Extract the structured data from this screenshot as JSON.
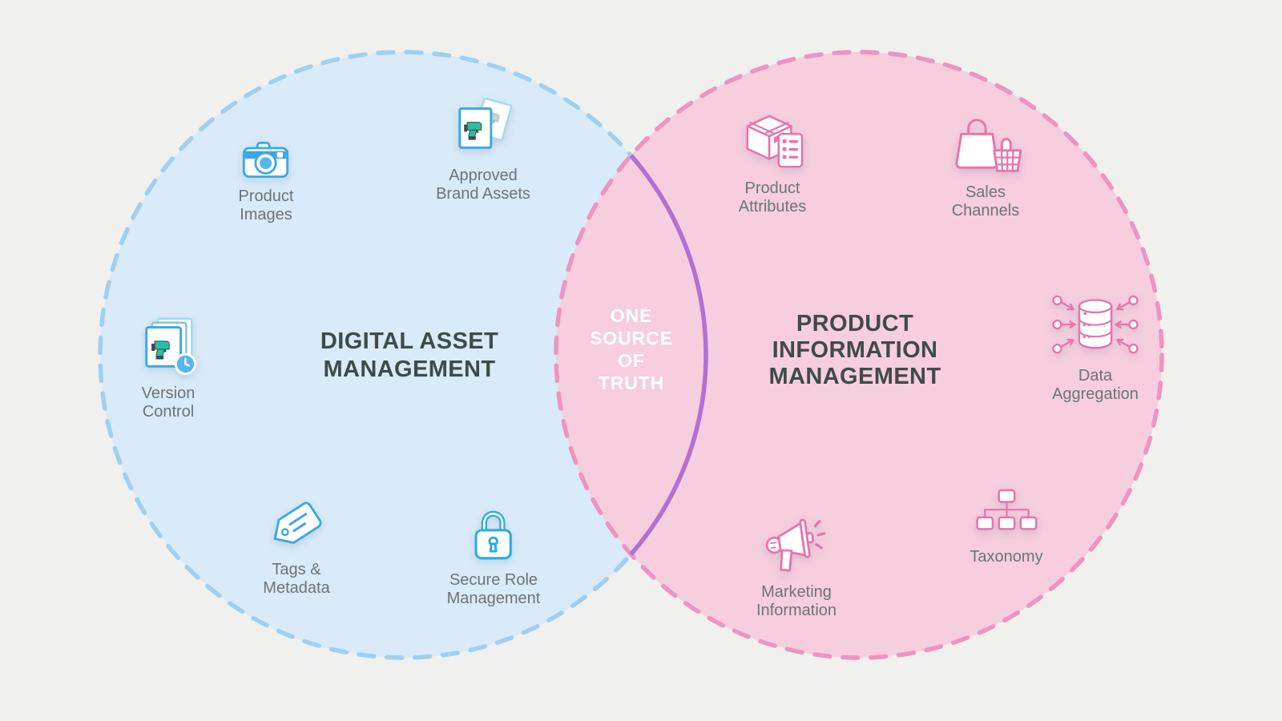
{
  "colors": {
    "background": "#f0f0ef",
    "dam_fill": "#d9eaf8",
    "dam_dash": "#9fd0f0",
    "pim_fill": "#f6cede",
    "pim_dash": "#ee94c0",
    "overlap_fill": "#c5a3e6",
    "overlap_dash": "#b26fd4",
    "heading_text": "#3e4b4a",
    "label_text": "#6d7478",
    "center_text": "#ffffff",
    "icon_blue": "#3aa7e9",
    "icon_blue_light": "#56b7ee",
    "icon_blue_mid": "#7cc5ef",
    "icon_blue_soft": "#a5d8f4",
    "icon_cyan": "#29ace2",
    "icon_teal": "#2abda3",
    "icon_teal_dark": "#3d4b4a",
    "icon_pink": "#e874ab"
  },
  "diagram": {
    "center_label": "ONE\nSOURCE\nOF\nTRUTH",
    "left": {
      "title": "DIGITAL ASSET\nMANAGEMENT",
      "items": [
        {
          "id": "product-images",
          "icon": "camera-icon",
          "label": "Product\nImages"
        },
        {
          "id": "approved-brand-assets",
          "icon": "photo-cards-icon",
          "label": "Approved\nBrand Assets"
        },
        {
          "id": "version-control",
          "icon": "stacked-images-clock-icon",
          "label": "Version\nControl"
        },
        {
          "id": "tags-metadata",
          "icon": "tag-icon",
          "label": "Tags &\nMetadata"
        },
        {
          "id": "secure-role-management",
          "icon": "padlock-icon",
          "label": "Secure Role\nManagement"
        }
      ]
    },
    "right": {
      "title": "PRODUCT\nINFORMATION\nMANAGEMENT",
      "items": [
        {
          "id": "product-attributes",
          "icon": "box-checklist-icon",
          "label": "Product\nAttributes"
        },
        {
          "id": "sales-channels",
          "icon": "bag-basket-icon",
          "label": "Sales\nChannels"
        },
        {
          "id": "data-aggregation",
          "icon": "database-arrows-icon",
          "label": "Data\nAggregation"
        },
        {
          "id": "marketing-information",
          "icon": "megaphone-icon",
          "label": "Marketing\nInformation"
        },
        {
          "id": "taxonomy",
          "icon": "hierarchy-icon",
          "label": "Taxonomy"
        }
      ]
    }
  }
}
